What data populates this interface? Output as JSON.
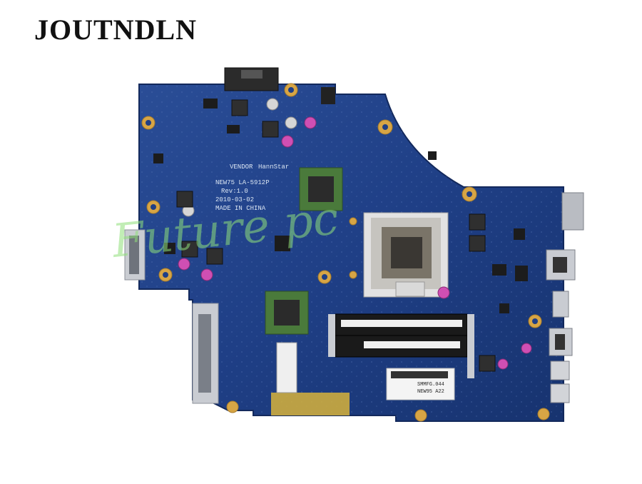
{
  "watermark": {
    "brand": "JOUTNDLN",
    "overlay_script": "Future pc"
  },
  "board": {
    "model": "NEW75 LA-5912P",
    "rev": "Rev:1.0",
    "date": "2010-03-02",
    "origin": "MADE IN CHINA",
    "vendor": "VENDOR",
    "vendor_name": "HannStar",
    "sticker_line1": "SMMFG.044",
    "sticker_line2": "NEW95 A22",
    "colors": {
      "pcb": "#1f3f86",
      "pcb_dark": "#172f66",
      "gold": "#d7a545",
      "silver": "#c9ccd2"
    }
  }
}
